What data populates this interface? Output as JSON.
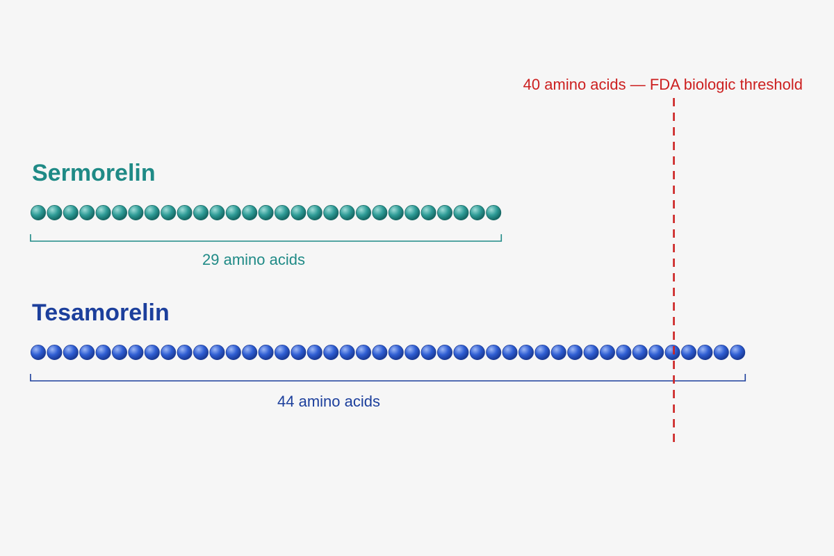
{
  "threshold": {
    "value": 40,
    "label": "40 amino acids — FDA biologic threshold",
    "color": "#cc1f1f"
  },
  "chains": [
    {
      "name": "Sermorelin",
      "residues": 29,
      "count_label": "29 amino acids",
      "color": "#1f8a86",
      "bead_fill": "#2f9c97",
      "bead_highlight": "#9fdcd7",
      "bead_shadow": "#156763"
    },
    {
      "name": "Tesamorelin",
      "residues": 44,
      "count_label": "44 amino acids",
      "color": "#1c3f9c",
      "bead_fill": "#2f5ed3",
      "bead_highlight": "#9db7f5",
      "bead_shadow": "#1a3a96"
    }
  ]
}
